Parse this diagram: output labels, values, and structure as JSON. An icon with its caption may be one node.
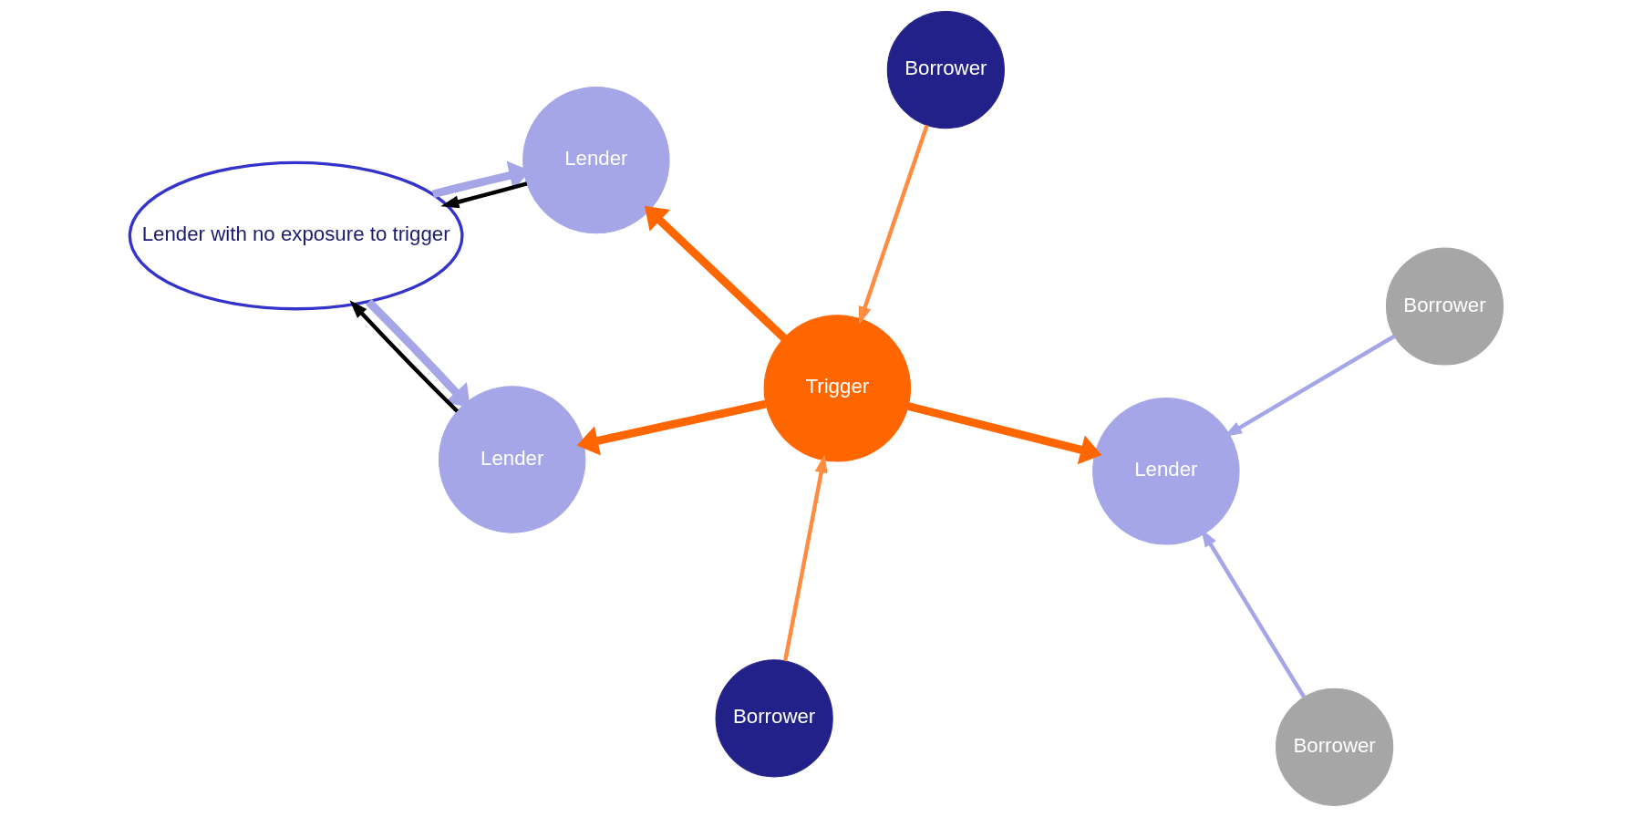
{
  "diagram": {
    "nodes": [
      {
        "text": [
          "Lender with no exposure to trigger"
        ]
      },
      {
        "text": [
          "Lender"
        ]
      },
      {
        "text": [
          "Borrower"
        ]
      },
      {
        "text": [
          "Borrower"
        ]
      },
      {
        "text": [
          "Borrower"
        ]
      },
      {
        "text": [
          "Trigger"
        ]
      },
      {
        "text": [
          "Lender"
        ]
      },
      {
        "text": [
          "Lender"
        ]
      },
      {
        "text": [
          "Borrower"
        ]
      }
    ],
    "edges": [
      {
        "from": 0,
        "to": 1,
        "arrow": "to",
        "style": "thick"
      },
      {
        "from": 1,
        "to": 0,
        "arrow": "to",
        "color": "#000000"
      },
      {
        "from": 0,
        "to": 6,
        "arrow": "to",
        "style": "thick"
      },
      {
        "from": 6,
        "to": 0,
        "arrow": "to",
        "color": "#000000"
      },
      {
        "from": 5,
        "to": 1,
        "arrow": "to",
        "style": "thick",
        "color": "#ff6600"
      },
      {
        "from": 5,
        "to": 6,
        "arrow": "to",
        "style": "thick",
        "color": "#ff6600"
      },
      {
        "from": 5,
        "to": 7,
        "arrow": "to",
        "style": "thick",
        "color": "#ff6600"
      },
      {
        "from": 2,
        "to": 5,
        "arrow": "to",
        "color": "#ff8c40"
      },
      {
        "from": 3,
        "to": 5,
        "arrow": "to",
        "color": "#ff8c40"
      },
      {
        "from": 4,
        "to": 7,
        "arrow": "to"
      },
      {
        "from": 8,
        "to": 7,
        "arrow": "to"
      }
    ]
  }
}
